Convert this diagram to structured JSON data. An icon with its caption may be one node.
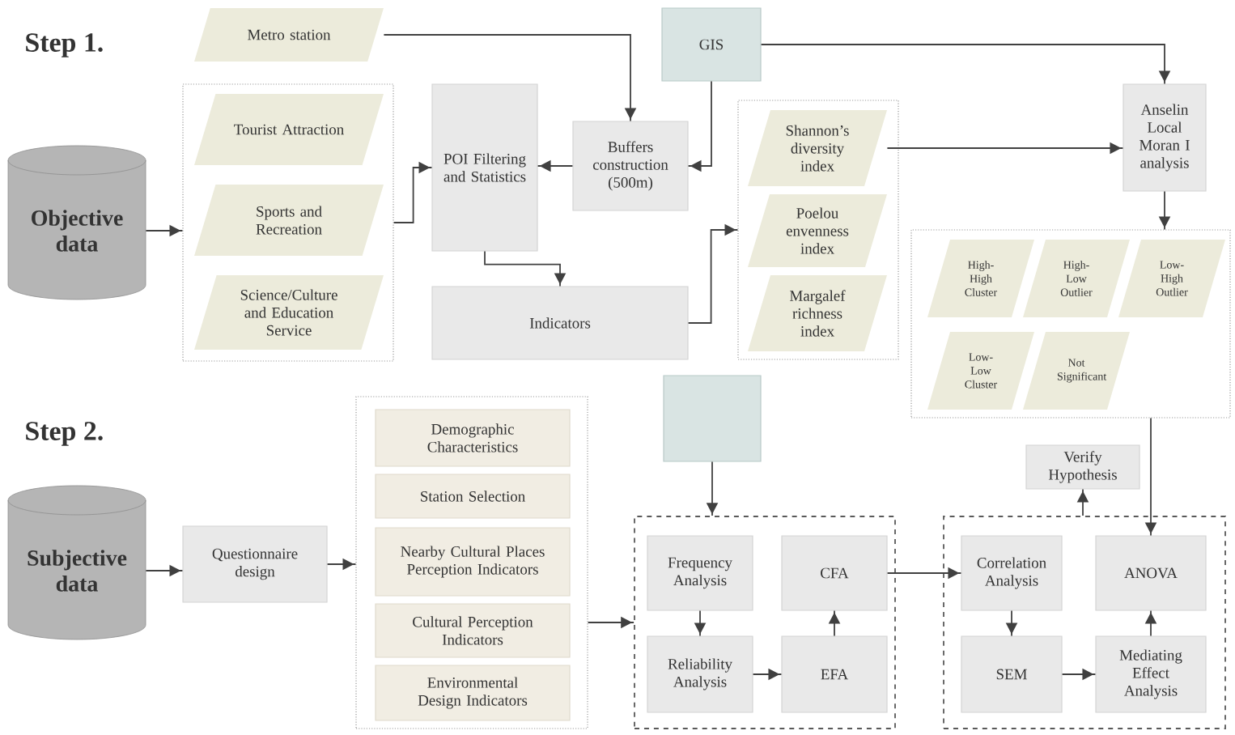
{
  "diagram": {
    "nodes": [
      {
        "text": [
          "Objective data"
        ]
      },
      {
        "text": [],
        "shape": "box"
      },
      {
        "text": [
          "Tourist Attraction"
        ],
        "in": 1
      },
      {
        "text": [
          "Sports and Recreation"
        ],
        "in": 1
      },
      {
        "text": [
          "Science/Culture and Education Service"
        ],
        "in": 1
      },
      {
        "text": [
          "Metro station"
        ]
      },
      {
        "text": [
          "POI Filtering and Statistics"
        ]
      },
      {
        "text": [
          "Buffers construction (500m)"
        ]
      },
      {
        "text": [
          "GIS"
        ]
      },
      {
        "text": [
          "Indicators"
        ]
      },
      {
        "text": [],
        "shape": "box"
      },
      {
        "text": [
          "Shannon’s diversity index"
        ],
        "in": 10
      },
      {
        "text": [
          "Poelou envenness index"
        ],
        "in": 10
      },
      {
        "text": [
          "Margalef richness index"
        ],
        "in": 10
      },
      {
        "text": [
          "Anselin Local Moran I analysis"
        ]
      },
      {
        "text": [],
        "shape": "box"
      },
      {
        "text": [
          "High-High Cluster"
        ],
        "in": 15
      },
      {
        "text": [
          "High-Low Outlier"
        ],
        "in": 15
      },
      {
        "text": [
          "Low-High Outlier"
        ],
        "in": 15
      },
      {
        "text": [
          "Low-Low Cluster"
        ],
        "in": 15
      },
      {
        "text": [
          "Not Significant"
        ],
        "in": 15
      },
      {
        "text": [
          "Subjective data"
        ]
      },
      {
        "text": [
          "Questionnaire design"
        ]
      },
      {
        "text": [],
        "shape": "box"
      },
      {
        "text": [
          "Demographic Characteristics"
        ],
        "in": 23
      },
      {
        "text": [
          "Station Selection"
        ],
        "in": 23
      },
      {
        "text": [
          "Nearby Cultural Places Perception Indicators"
        ],
        "in": 23
      },
      {
        "text": [
          "Cultural Perception Indicators"
        ],
        "in": 23
      },
      {
        "text": [
          "Environmental Design Indicators"
        ],
        "in": 23
      },
      {
        "text": [],
        "shape": "box"
      },
      {
        "text": [],
        "shape": "box"
      },
      {
        "text": [
          "Frequency Analysis"
        ],
        "in": 30
      },
      {
        "text": [
          "CFA"
        ],
        "in": 30
      },
      {
        "text": [
          "Reliability Analysis"
        ],
        "in": 30
      },
      {
        "text": [
          "EFA"
        ],
        "in": 30
      },
      {
        "text": [
          "Verify Hypothesis"
        ]
      },
      {
        "text": [],
        "shape": "box"
      },
      {
        "text": [
          "Correlation Analysis"
        ],
        "in": 36
      },
      {
        "text": [
          "ANOVA"
        ],
        "in": 36
      },
      {
        "text": [
          "SEM"
        ],
        "in": 36
      },
      {
        "text": [
          "Mediating Effect Analysis"
        ],
        "in": 36
      }
    ],
    "edges": [
      {
        "from": 0,
        "to": 1,
        "arrow": "to"
      },
      {
        "from": 1,
        "to": 6,
        "arrow": "to"
      },
      {
        "from": 5,
        "to": 7,
        "arrow": "to"
      },
      {
        "from": 8,
        "to": 7,
        "arrow": "to"
      },
      {
        "from": 7,
        "to": 6,
        "arrow": "to"
      },
      {
        "from": 6,
        "to": 9,
        "arrow": "to"
      },
      {
        "from": 9,
        "to": 10,
        "arrow": "to"
      },
      {
        "from": 11,
        "to": 14,
        "arrow": "to"
      },
      {
        "from": 8,
        "to": 14,
        "arrow": "to"
      },
      {
        "from": 14,
        "to": 15,
        "arrow": "to"
      },
      {
        "from": 21,
        "to": 22,
        "arrow": "to"
      },
      {
        "from": 22,
        "to": 23,
        "arrow": "to"
      },
      {
        "from": 23,
        "to": 30,
        "arrow": "to"
      },
      {
        "from": 29,
        "to": 30,
        "arrow": "to"
      },
      {
        "from": 31,
        "to": 33,
        "arrow": "to"
      },
      {
        "from": 33,
        "to": 34,
        "arrow": "to"
      },
      {
        "from": 34,
        "to": 32,
        "arrow": "to"
      },
      {
        "from": 32,
        "to": 37,
        "arrow": "to"
      },
      {
        "from": 37,
        "to": 39,
        "arrow": "to"
      },
      {
        "from": 39,
        "to": 40,
        "arrow": "to"
      },
      {
        "from": 40,
        "to": 38,
        "arrow": "to"
      },
      {
        "from": 15,
        "to": 38,
        "arrow": "to"
      },
      {
        "from": 36,
        "to": 35,
        "arrow": "to"
      }
    ],
    "labels": [
      "Step 1.",
      "Step 2."
    ]
  }
}
